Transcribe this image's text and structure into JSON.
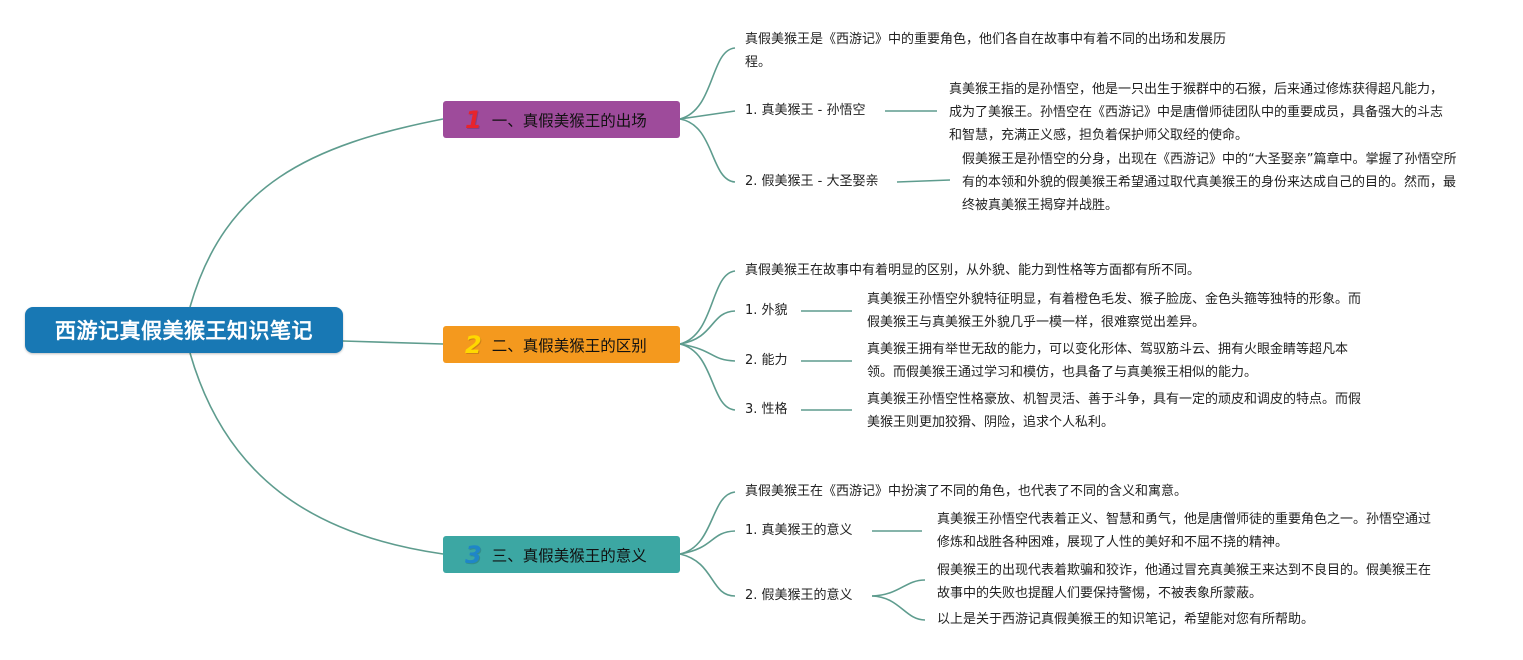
{
  "title": "西游记真假美猴王知识笔记",
  "branches": [
    {
      "num": "1",
      "label": "一、真假美猴王的出场",
      "intro": "真假美猴王是《西游记》中的重要角色，他们各自在故事中有着不同的出场和发展历程。",
      "items": [
        {
          "label": "1. 真美猴王 - 孙悟空",
          "desc": "真美猴王指的是孙悟空，他是一只出生于猴群中的石猴，后来通过修炼获得超凡能力，成为了美猴王。孙悟空在《西游记》中是唐僧师徒团队中的重要成员，具备强大的斗志和智慧，充满正义感，担负着保护师父取经的使命。"
        },
        {
          "label": "2. 假美猴王 - 大圣娶亲",
          "desc": "假美猴王是孙悟空的分身，出现在《西游记》中的“大圣娶亲”篇章中。掌握了孙悟空所有的本领和外貌的假美猴王希望通过取代真美猴王的身份来达成自己的目的。然而，最终被真美猴王揭穿并战胜。"
        }
      ]
    },
    {
      "num": "2",
      "label": "二、真假美猴王的区别",
      "intro": "真假美猴王在故事中有着明显的区别，从外貌、能力到性格等方面都有所不同。",
      "items": [
        {
          "label": "1. 外貌",
          "desc": "真美猴王孙悟空外貌特征明显，有着橙色毛发、猴子脸庞、金色头箍等独特的形象。而假美猴王与真美猴王外貌几乎一模一样，很难察觉出差异。"
        },
        {
          "label": "2. 能力",
          "desc": "真美猴王拥有举世无敌的能力，可以变化形体、驾驭筋斗云、拥有火眼金睛等超凡本领。而假美猴王通过学习和模仿，也具备了与真美猴王相似的能力。"
        },
        {
          "label": "3. 性格",
          "desc": "真美猴王孙悟空性格豪放、机智灵活、善于斗争，具有一定的顽皮和调皮的特点。而假美猴王则更加狡猾、阴险，追求个人私利。"
        }
      ]
    },
    {
      "num": "3",
      "label": "三、真假美猴王的意义",
      "intro": "真假美猴王在《西游记》中扮演了不同的角色，也代表了不同的含义和寓意。",
      "items": [
        {
          "label": "1. 真美猴王的意义",
          "desc": "真美猴王孙悟空代表着正义、智慧和勇气，他是唐僧师徒的重要角色之一。孙悟空通过修炼和战胜各种困难，展现了人性的美好和不屈不挠的精神。"
        },
        {
          "label": "2. 假美猴王的意义",
          "desc": "假美猴王的出现代表着欺骗和狡诈，他通过冒充真美猴王来达到不良目的。假美猴王在故事中的失败也提醒人们要保持警惕，不被表象所蒙蔽。",
          "desc2": "以上是关于西游记真假美猴王的知识笔记，希望能对您有所帮助。"
        }
      ]
    }
  ],
  "colors": {
    "root": "#1878b4",
    "branch1": "#9e4b9b",
    "branch2": "#f4991e",
    "branch3": "#3ca7a3",
    "connector": "#5e9c8e"
  }
}
